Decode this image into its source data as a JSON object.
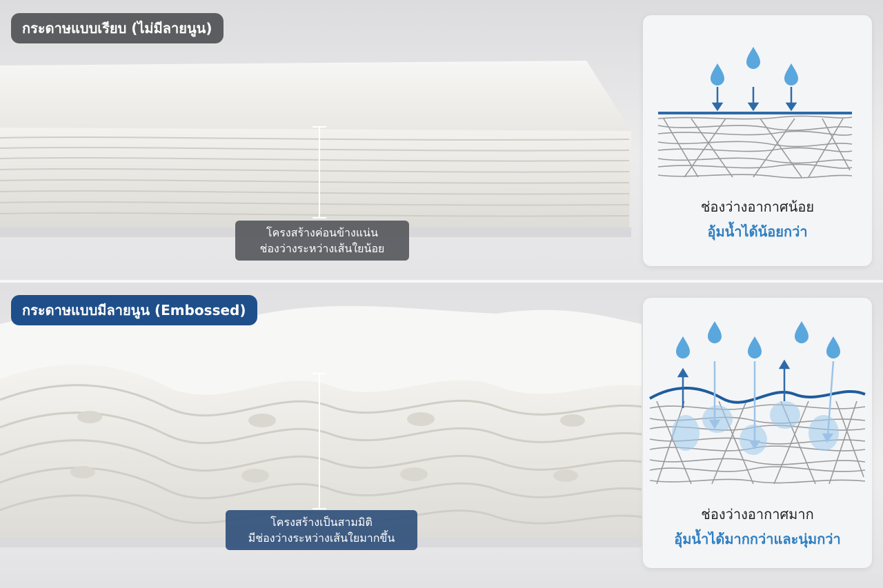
{
  "top_section": {
    "label": "กระดาษแบบเรียบ (ไม่มีลายนูน)",
    "callout": [
      "โครงสร้างค่อนข้างแน่น",
      "ช่องว่างระหว่างเส้นใยน้อย"
    ],
    "card": {
      "line1": "ช่องว่างอากาศน้อย",
      "line2": "อุ้มน้ำได้น้อยกว่า"
    }
  },
  "bottom_section": {
    "label": "กระดาษแบบมีลายนูน (Embossed)",
    "callout": [
      "โครงสร้างเป็นสามมิติ",
      "มีช่องว่างระหว่างเส้นใยมากขึ้น"
    ],
    "card": {
      "line1": "ช่องว่างอากาศมาก",
      "line2": "อุ้มน้ำได้มากกว่าและนุ่มกว่า"
    }
  },
  "colors": {
    "accent_blue": "#2f7fc1",
    "label_blue": "#1f4f8a",
    "label_grey": "#5c5d60",
    "drop_blue": "#5aa7dd"
  },
  "icons": [
    "water-drop-icon",
    "down-arrow-icon",
    "up-arrow-icon",
    "fiber-mesh-icon"
  ]
}
